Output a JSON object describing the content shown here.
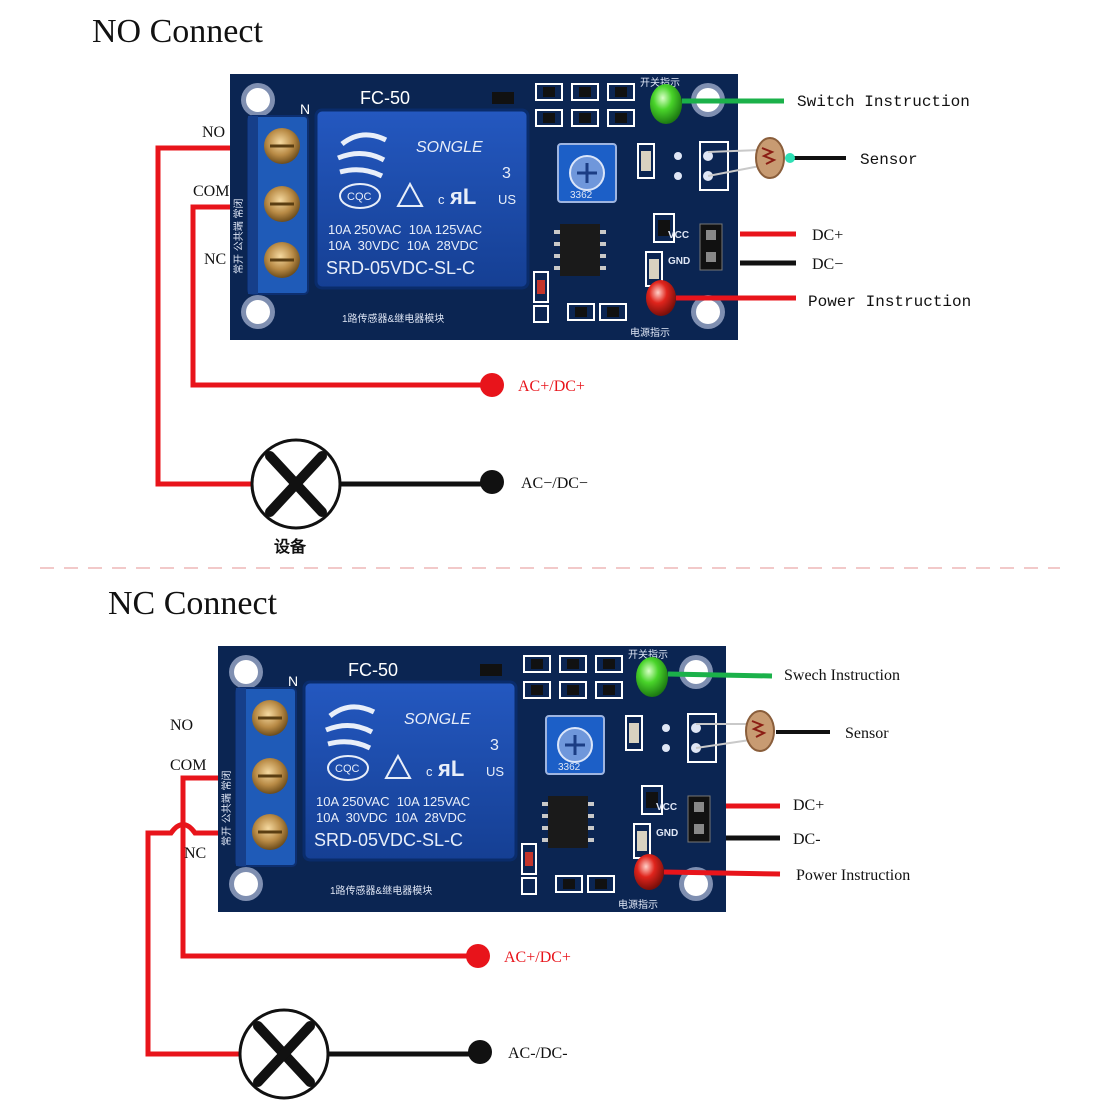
{
  "sections": [
    {
      "title": "NO Connect",
      "board": {
        "model": "FC-50",
        "n_mark": "N",
        "relay_brand": "SONGLE",
        "relay_num": "3",
        "cqc": "CQC",
        "ul_us": "US",
        "ul_c": "c",
        "rating_1": "10A 250VAC  10A 125VAC",
        "rating_2": "10A  30VDC  10A  28VDC",
        "relay_model": "SRD-05VDC-SL-C",
        "bottom_label": "1路传感器&继电器模块",
        "vcc": "VCC",
        "gnd": "GND",
        "pot_code": "3362",
        "switch_led_label": "开关指示",
        "power_led_label": "电源指示",
        "terminal_side": "常开 公共端 常闭"
      },
      "terminals": {
        "no": "NO",
        "com": "COM",
        "nc": "NC"
      },
      "callouts": {
        "switch": "Switch Instruction",
        "sensor": "Sensor",
        "dc_plus": "DC+",
        "dc_minus": "DC−",
        "power": "Power Instruction"
      },
      "ac_plus": "AC+/DC+",
      "ac_minus": "AC−/DC−",
      "load_label": "设备"
    },
    {
      "title": "NC Connect",
      "board": {
        "model": "FC-50",
        "n_mark": "N",
        "relay_brand": "SONGLE",
        "relay_num": "3",
        "cqc": "CQC",
        "ul_us": "US",
        "ul_c": "c",
        "rating_1": "10A 250VAC  10A 125VAC",
        "rating_2": "10A  30VDC  10A  28VDC",
        "relay_model": "SRD-05VDC-SL-C",
        "bottom_label": "1路传感器&继电器模块",
        "vcc": "VCC",
        "gnd": "GND",
        "pot_code": "3362",
        "switch_led_label": "开关指示",
        "power_led_label": "电源指示",
        "terminal_side": "常开 公共端 常闭"
      },
      "terminals": {
        "no": "NO",
        "com": "COM",
        "nc": "NC"
      },
      "callouts": {
        "switch": "Swech Instruction",
        "sensor": "Sensor",
        "dc_plus": "DC+",
        "dc_minus": "DC-",
        "power": "Power Instruction"
      },
      "ac_plus": "AC+/DC+",
      "ac_minus": "AC-/DC-",
      "load_label": ""
    }
  ],
  "colors": {
    "pcb": "#0b2552",
    "relay": "#1a49a8",
    "wire_red": "#e8141b",
    "wire_black": "#111111",
    "wire_green": "#1bb14a",
    "terminal_block": "#1f5bb8",
    "led_green": "#49d42a",
    "led_red": "#e0241c"
  }
}
